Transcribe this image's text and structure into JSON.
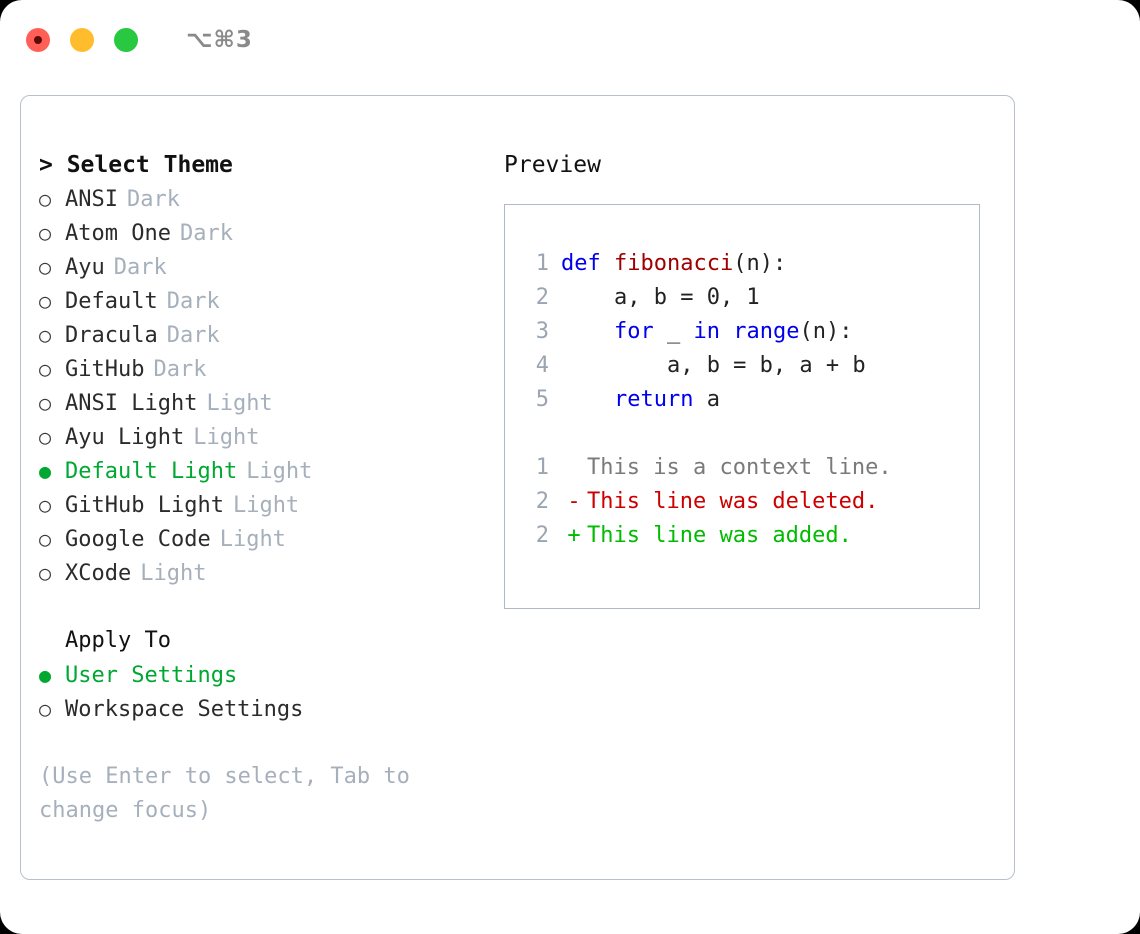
{
  "titlebar": {
    "shortcut": "⌥⌘3",
    "dots": [
      "close-dot",
      "minimize-dot",
      "maximize-dot"
    ]
  },
  "theme_picker": {
    "heading": "> Select Theme",
    "items": [
      {
        "marker": "○",
        "name": "ANSI",
        "badge": "Dark",
        "selected": false
      },
      {
        "marker": "○",
        "name": "Atom One",
        "badge": "Dark",
        "selected": false
      },
      {
        "marker": "○",
        "name": "Ayu",
        "badge": "Dark",
        "selected": false
      },
      {
        "marker": "○",
        "name": "Default",
        "badge": "Dark",
        "selected": false
      },
      {
        "marker": "○",
        "name": "Dracula",
        "badge": "Dark",
        "selected": false
      },
      {
        "marker": "○",
        "name": "GitHub",
        "badge": "Dark",
        "selected": false
      },
      {
        "marker": "○",
        "name": "ANSI Light",
        "badge": "Light",
        "selected": false
      },
      {
        "marker": "○",
        "name": "Ayu Light",
        "badge": "Light",
        "selected": false
      },
      {
        "marker": "●",
        "name": "Default Light",
        "badge": "Light",
        "selected": true
      },
      {
        "marker": "○",
        "name": "GitHub Light",
        "badge": "Light",
        "selected": false
      },
      {
        "marker": "○",
        "name": "Google Code",
        "badge": "Light",
        "selected": false
      },
      {
        "marker": "○",
        "name": "XCode",
        "badge": "Light",
        "selected": false
      }
    ]
  },
  "apply_to": {
    "heading": "Apply To",
    "items": [
      {
        "marker": "●",
        "name": "User Settings",
        "selected": true
      },
      {
        "marker": "○",
        "name": "Workspace Settings",
        "selected": false
      }
    ]
  },
  "hint": "(Use Enter to select, Tab to change focus)",
  "preview": {
    "heading": "Preview",
    "code_lines": [
      {
        "no": "1",
        "tokens": [
          {
            "t": "def ",
            "c": "kw"
          },
          {
            "t": "fibonacci",
            "c": "fn"
          },
          {
            "t": "(n):",
            "c": "plain"
          }
        ]
      },
      {
        "no": "2",
        "tokens": [
          {
            "t": "    a, b = 0, 1",
            "c": "plain"
          }
        ]
      },
      {
        "no": "3",
        "tokens": [
          {
            "t": "    ",
            "c": "plain"
          },
          {
            "t": "for",
            "c": "kw"
          },
          {
            "t": " _ ",
            "c": "plain"
          },
          {
            "t": "in",
            "c": "kw"
          },
          {
            "t": " ",
            "c": "plain"
          },
          {
            "t": "range",
            "c": "kw"
          },
          {
            "t": "(n):",
            "c": "plain"
          }
        ]
      },
      {
        "no": "4",
        "tokens": [
          {
            "t": "        a, b = b, a + b",
            "c": "plain"
          }
        ]
      },
      {
        "no": "5",
        "tokens": [
          {
            "t": "    ",
            "c": "plain"
          },
          {
            "t": "return",
            "c": "kw"
          },
          {
            "t": " a",
            "c": "plain"
          }
        ]
      }
    ],
    "diff_lines": [
      {
        "no": "1",
        "mark": " ",
        "text": "This is a context line.",
        "kind": "d-ctx"
      },
      {
        "no": "2",
        "mark": "-",
        "text": "This line was deleted.",
        "kind": "d-del"
      },
      {
        "no": "2",
        "mark": "+",
        "text": "This line was added.",
        "kind": "d-add"
      }
    ]
  },
  "colors": {
    "accent_green": "#00a832",
    "badge_gray": "#a6b0bc",
    "keyword_blue": "#0000ee",
    "function_red": "#a00000",
    "diff_deleted": "#cc0000",
    "diff_added": "#00bb00",
    "diff_context": "#7a7a7a",
    "border": "#b8c0cc"
  }
}
